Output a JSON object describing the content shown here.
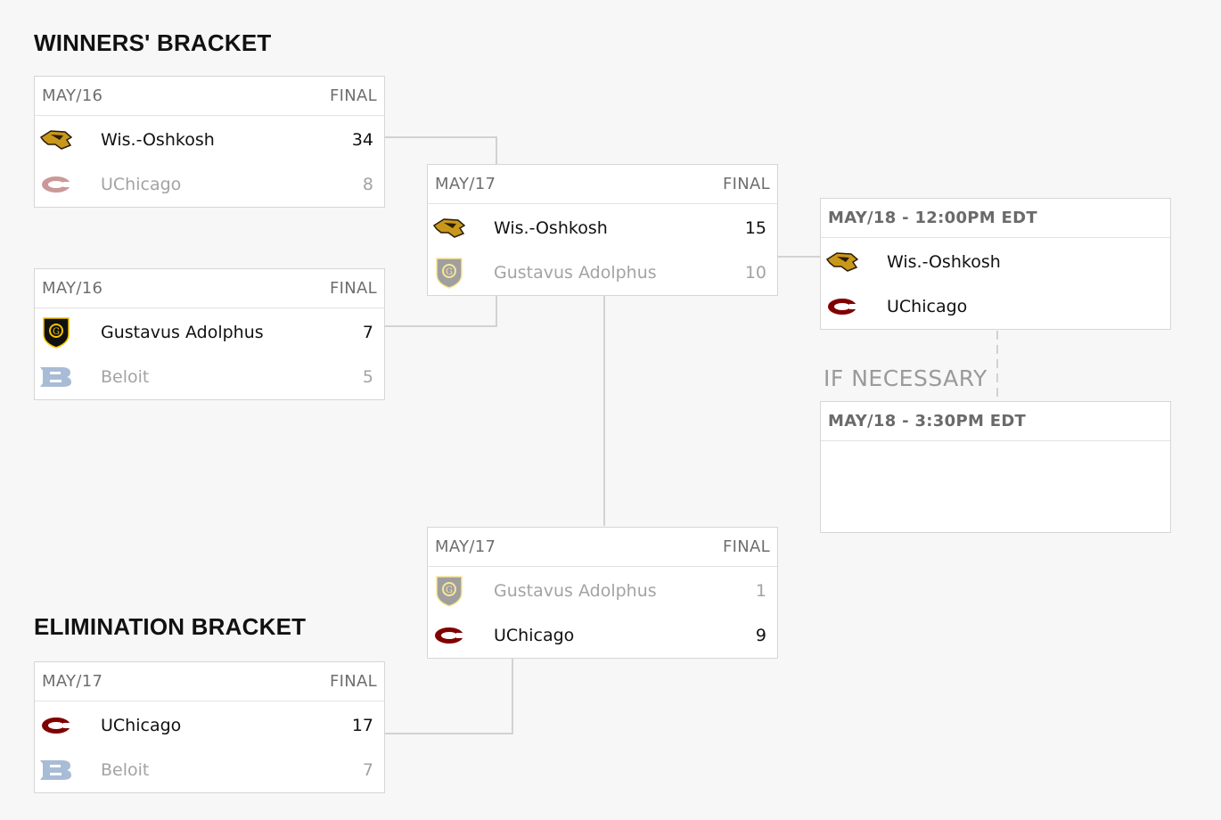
{
  "winners_heading": "WINNERS' BRACKET",
  "elimination_heading": "ELIMINATION BRACKET",
  "if_necessary_label": "IF NECESSARY",
  "colors": {
    "oshkosh_gold": "#c9971c",
    "uchicago_maroon": "#800000",
    "beloit_blue": "#9db3cf",
    "gustavus_black": "#111111",
    "gustavus_gold": "#f2c200"
  },
  "games": {
    "w1": {
      "date": "MAY/16",
      "status": "FINAL",
      "teams": [
        {
          "name": "Wis.-Oshkosh",
          "score": "34",
          "logo": "titan-logo"
        },
        {
          "name": "UChicago",
          "score": "8",
          "logo": "chicago-c-logo"
        }
      ]
    },
    "w2": {
      "date": "MAY/16",
      "status": "FINAL",
      "teams": [
        {
          "name": "Gustavus Adolphus",
          "score": "7",
          "logo": "gustavus-shield-logo"
        },
        {
          "name": "Beloit",
          "score": "5",
          "logo": "beloit-b-logo"
        }
      ]
    },
    "w3": {
      "date": "MAY/17",
      "status": "FINAL",
      "teams": [
        {
          "name": "Wis.-Oshkosh",
          "score": "15",
          "logo": "titan-logo"
        },
        {
          "name": "Gustavus Adolphus",
          "score": "10",
          "logo": "gustavus-shield-logo"
        }
      ]
    },
    "e1": {
      "date": "MAY/17",
      "status": "FINAL",
      "teams": [
        {
          "name": "Gustavus Adolphus",
          "score": "1",
          "logo": "gustavus-shield-logo"
        },
        {
          "name": "UChicago",
          "score": "9",
          "logo": "chicago-c-logo"
        }
      ]
    },
    "e0": {
      "date": "MAY/17",
      "status": "FINAL",
      "teams": [
        {
          "name": "UChicago",
          "score": "17",
          "logo": "chicago-c-logo"
        },
        {
          "name": "Beloit",
          "score": "7",
          "logo": "beloit-b-logo"
        }
      ]
    },
    "f1": {
      "date": "MAY/18 - 12:00PM EDT",
      "teams": [
        {
          "name": "Wis.-Oshkosh",
          "logo": "titan-logo"
        },
        {
          "name": "UChicago",
          "logo": "chicago-c-logo"
        }
      ]
    },
    "f2": {
      "date": "MAY/18 - 3:30PM EDT"
    }
  }
}
